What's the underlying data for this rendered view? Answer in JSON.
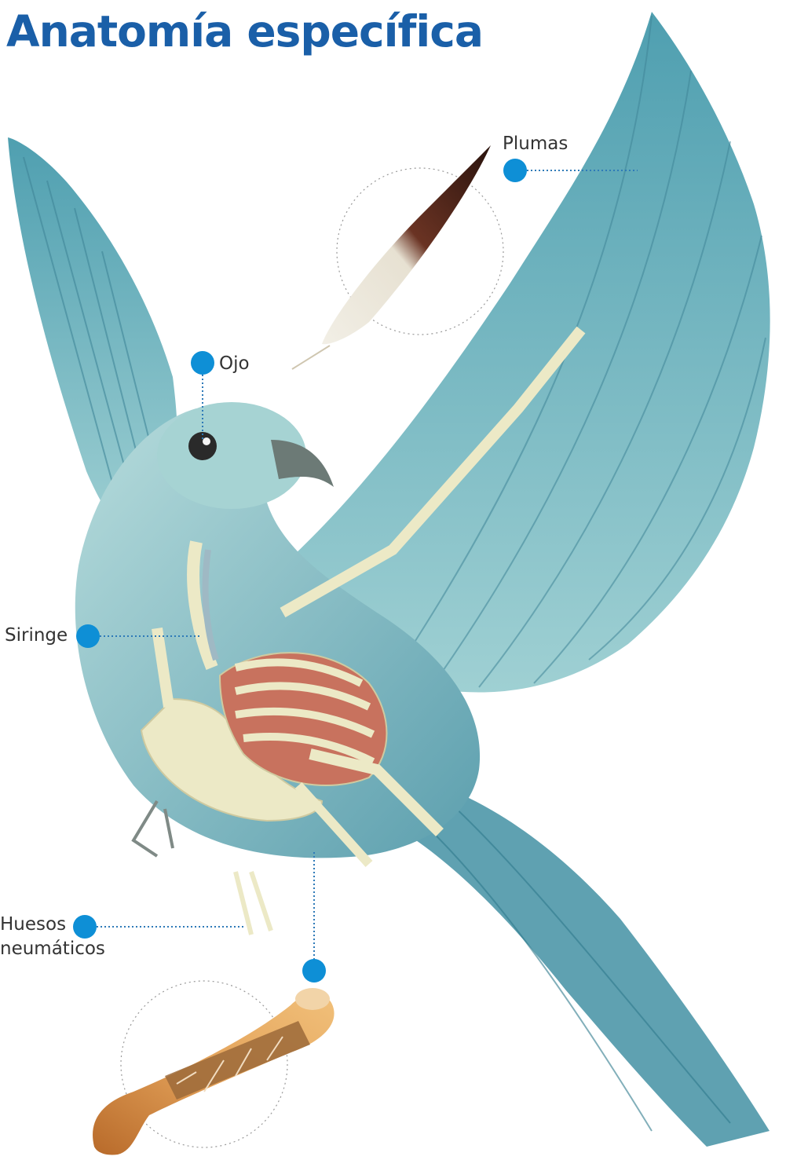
{
  "title": "Anatomía específica",
  "colors": {
    "title": "#1a5fa8",
    "marker": "#0e8fd6",
    "body": "#8dc3c6",
    "wing": "#5fa7b5",
    "bone": "#ece9c6",
    "organ": "#c8725e",
    "feather": "#5b2b1f",
    "marrow": "#c8843f"
  },
  "labels": {
    "plumas": "Plumas",
    "ojo": "Ojo",
    "siringe": "Siringe",
    "huesos": "Huesos\nneumáticos"
  },
  "icons": {
    "marker": "filled-circle",
    "leader": "dotted-line"
  }
}
